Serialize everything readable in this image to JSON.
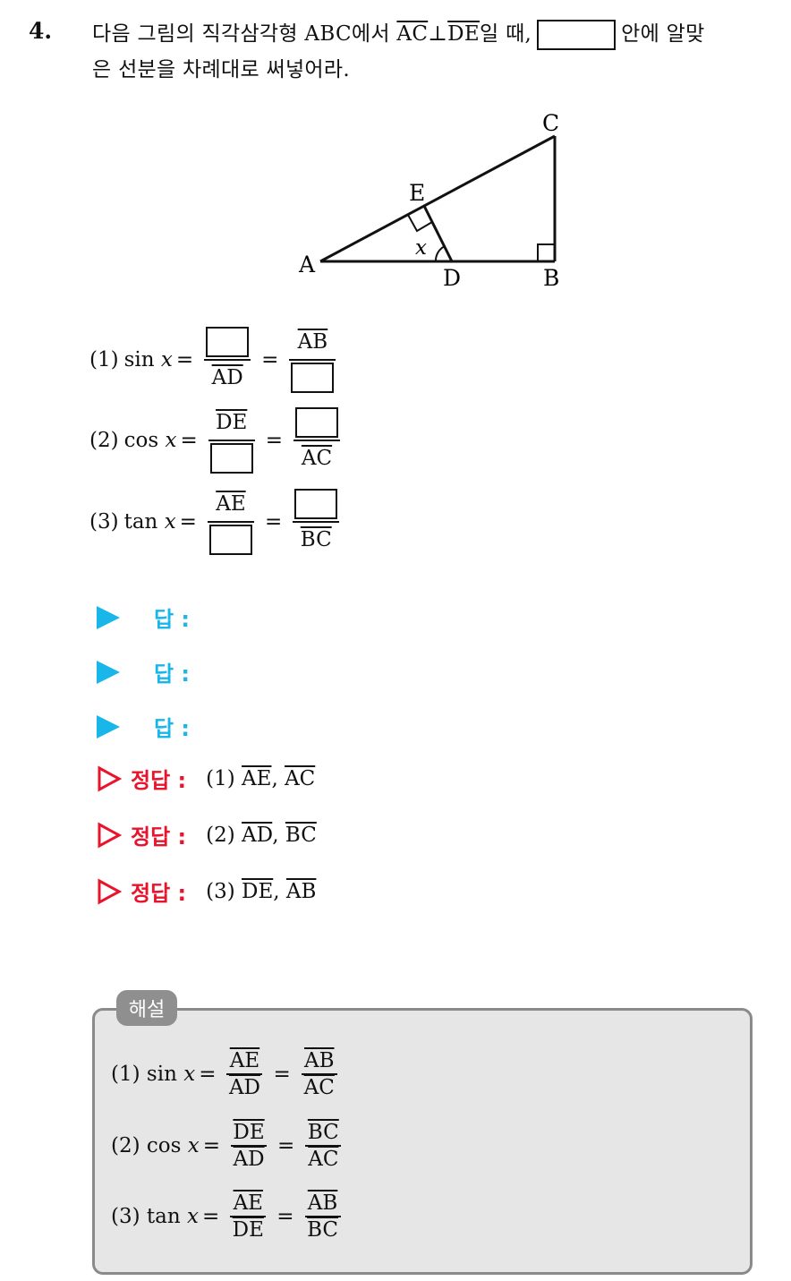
{
  "question": {
    "number": "4.",
    "line1_prefix": "다음 그림의 직각삼각형 ABC에서 ",
    "ac": "AC",
    "perp": "⊥",
    "de": "DE",
    "line1_mid": "일 때,",
    "line1_suffix": "안에 알맞",
    "line2": "은 선분을 차례대로 써넣어라."
  },
  "figure": {
    "labels": {
      "a": "A",
      "b": "B",
      "c": "C",
      "d": "D",
      "e": "E",
      "x": "x"
    }
  },
  "problems": [
    {
      "label": "(1)",
      "fn": "sin",
      "var": "x",
      "den1": "AD",
      "num2": "AB"
    },
    {
      "label": "(2)",
      "fn": "cos",
      "var": "x",
      "num1": "DE",
      "den2": "AC"
    },
    {
      "label": "(3)",
      "fn": "tan",
      "var": "x",
      "num1": "AE",
      "den2": "BC"
    }
  ],
  "answers": {
    "label": "답 :"
  },
  "answer_key": {
    "label": "정답 :",
    "items": [
      {
        "n": "(1)",
        "a": "AE",
        "b": "AC"
      },
      {
        "n": "(2)",
        "a": "AD",
        "b": "BC"
      },
      {
        "n": "(3)",
        "a": "DE",
        "b": "AB"
      }
    ]
  },
  "solution": {
    "tag": "해설",
    "rows": [
      {
        "label": "(1)",
        "fn": "sin",
        "var": "x",
        "n1": "AE",
        "d1": "AD",
        "n2": "AB",
        "d2": "AC"
      },
      {
        "label": "(2)",
        "fn": "cos",
        "var": "x",
        "n1": "DE",
        "d1": "AD",
        "n2": "BC",
        "d2": "AC"
      },
      {
        "label": "(3)",
        "fn": "tan",
        "var": "x",
        "n1": "AE",
        "d1": "DE",
        "n2": "AB",
        "d2": "BC"
      }
    ]
  },
  "colors": {
    "answer_blue": "#19b6ea",
    "key_red": "#e8142c",
    "solution_bg": "#e6e6e6",
    "solution_tag": "#8f8f8f"
  }
}
